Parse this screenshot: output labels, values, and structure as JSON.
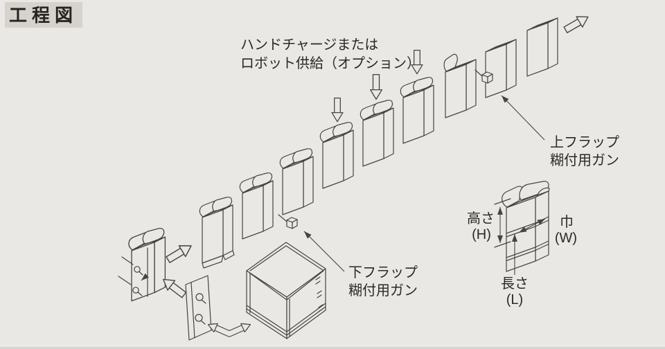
{
  "title": "工程図",
  "labels": {
    "feed_line1": "ハンドチャージまたは",
    "feed_line2": "ロボット供給（オプション）",
    "upper_gun_line1": "上フラップ",
    "upper_gun_line2": "糊付用ガン",
    "lower_gun_line1": "下フラップ",
    "lower_gun_line2": "糊付用ガン",
    "dim_height": "高さ",
    "dim_height_symbol": "(H)",
    "dim_width": "巾",
    "dim_width_symbol": "(W)",
    "dim_length": "長さ",
    "dim_length_symbol": "(L)"
  },
  "icons": {
    "flow_arrow_icon": "⇨",
    "insert_arrow_icon": "⇩",
    "leader_arrow_icon": "↖"
  },
  "colors": {
    "background": "#e9e8e5",
    "title_background": "#d6d2cc",
    "line": "#47443f",
    "text": "#2b2927"
  }
}
